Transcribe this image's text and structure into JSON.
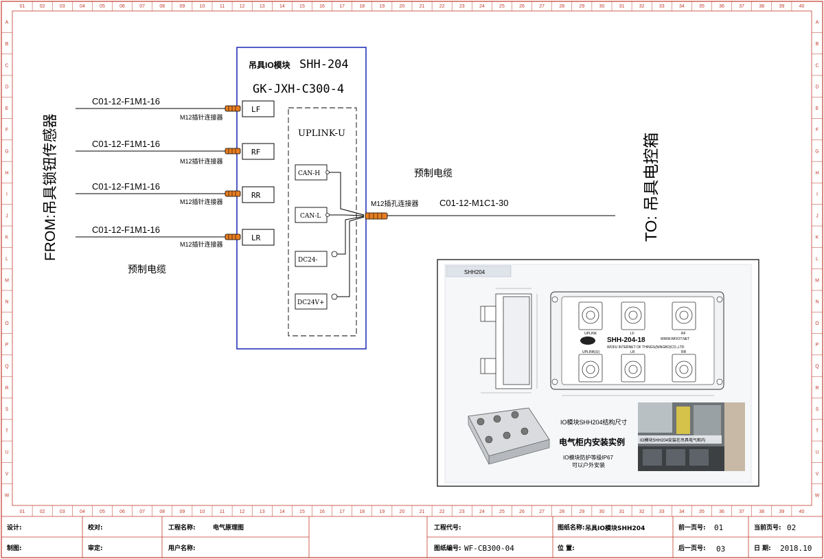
{
  "frame": {
    "columns": [
      "01",
      "02",
      "03",
      "04",
      "05",
      "06",
      "07",
      "08",
      "09",
      "10",
      "11",
      "12",
      "13",
      "14",
      "15",
      "16",
      "17",
      "18",
      "19",
      "20",
      "21",
      "22",
      "23",
      "24",
      "25",
      "26",
      "27",
      "28",
      "29",
      "30",
      "31",
      "32",
      "33",
      "34",
      "35",
      "36",
      "37",
      "38",
      "39",
      "40"
    ],
    "rows": [
      "A",
      "B",
      "C",
      "D",
      "E",
      "F",
      "G",
      "H",
      "I",
      "J",
      "K",
      "L",
      "M",
      "N",
      "O",
      "P",
      "Q",
      "R",
      "S",
      "T",
      "U",
      "V",
      "W"
    ]
  },
  "module": {
    "name_label": "吊具IO模块",
    "model": "SHH-204",
    "part_number": "GK-JXH-C300-4",
    "uplink_label": "UPLINK-U",
    "ports": [
      "LF",
      "RF",
      "RR",
      "LR"
    ],
    "signals": [
      "CAN-H",
      "CAN-L",
      "DC24-",
      "DC24V+"
    ]
  },
  "inputs": {
    "cable_label": "C01-12-F1M1-16",
    "connector_label": "M12插针连接器",
    "source_label": "FROM:吊具锁钮传感器",
    "precut_cable_label": "预制电缆"
  },
  "output": {
    "connector_label": "M12插孔连接器",
    "cable_label": "C01-12-M1C1-30",
    "precut_cable_label": "预制电缆",
    "destination_label": "TO: 吊具电控箱"
  },
  "photo_panel": {
    "tab_label": "SHH204",
    "product_title": "SHH-204-18",
    "website": "WWW.WFIOT.NET",
    "company": "WOFU INTERNET OF THINGS(NINGBO)CO.,LTD",
    "port_labels_top": [
      "UPLINK",
      "LF",
      "RF"
    ],
    "port_labels_bottom": [
      "UPLINK(U)",
      "LR",
      "RR"
    ],
    "caption_dimensions": "IO模块SHH204结构尺寸",
    "caption_install": "电气柜内安装实例",
    "caption_protection_1": "IO模块防护等级IP67",
    "caption_protection_2": "可以户外安装",
    "photo_caption": "IO模块SHH204安装在吊具电气柜内"
  },
  "title_block": {
    "designer_label": "设计:",
    "checker_label": "校对:",
    "project_name_label": "工程名称:",
    "project_name_value": "电气原理图",
    "drafter_label": "制图:",
    "reviewer_label": "审定:",
    "user_name_label": "用户名称:",
    "project_code_label": "工程代号:",
    "drawing_no_label": "图纸编号:",
    "drawing_no_value": "WF-CB300-04",
    "drawing_name_label": "图纸名称:",
    "drawing_name_value": "吊具IO模块SHH204",
    "position_label": "位 置:",
    "prev_page_label": "前一页号:",
    "prev_page_value": "01",
    "next_page_label": "后一页号:",
    "next_page_value": "03",
    "page_no_label": "当前页号:",
    "page_no_value": "02",
    "date_label": "日 期:",
    "date_value": "2018.10"
  }
}
